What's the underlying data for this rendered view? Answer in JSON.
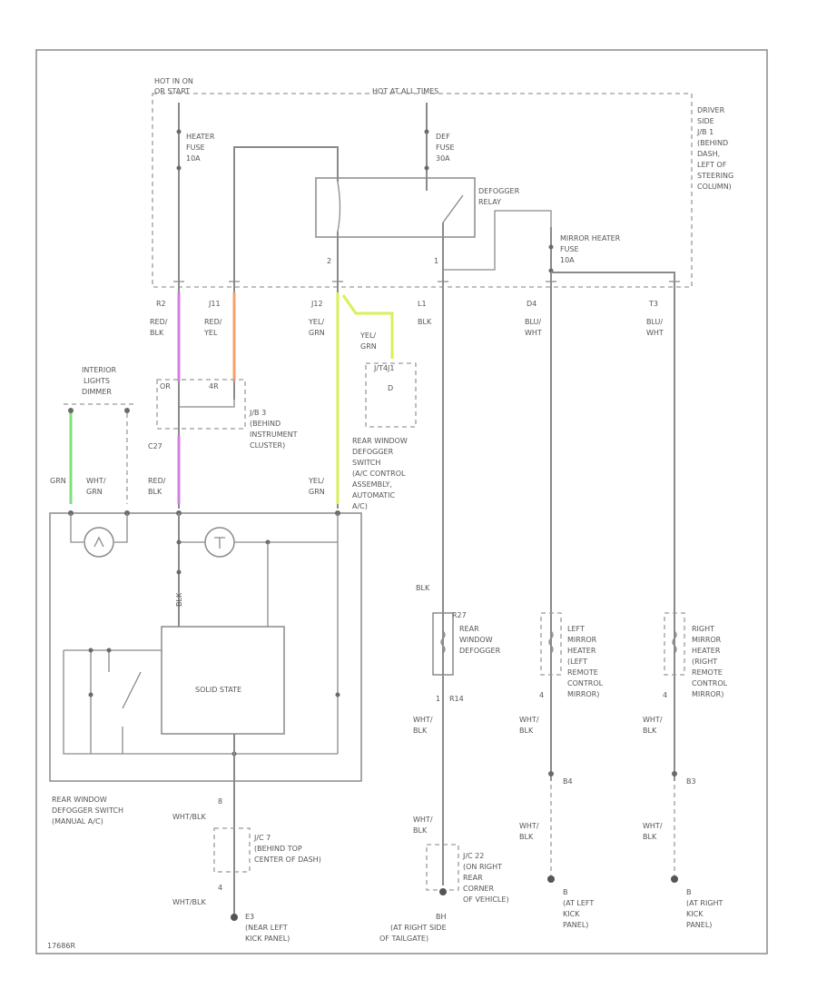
{
  "colors": {
    "wire": "#8a8a8a",
    "purple": "#d27fe0",
    "orange": "#f5a26a",
    "yellow_green": "#d8f05a",
    "green": "#7ee07e"
  },
  "labels": {
    "hot_on_off": "HOT IN ON",
    "hot_on_off2": "OR START",
    "hot_all_times": "HOT AT ALL TIMES",
    "jb1_1": "DRIVER",
    "jb1_2": "SIDE",
    "jb1_3": "J/B 1",
    "jb1_4": "(BEHIND",
    "jb1_5": "DASH,",
    "jb1_6": "LEFT OF",
    "jb1_7": "STEERING",
    "jb1_8": "COLUMN)",
    "heater_fuse_1": "HEATER",
    "heater_fuse_2": "FUSE",
    "heater_fuse_3": "10A",
    "def_fuse_1": "DEF",
    "def_fuse_2": "FUSE",
    "def_fuse_3": "30A",
    "defogger_relay_1": "DEFOGGER",
    "defogger_relay_2": "RELAY",
    "mirror_fuse_1": "MIRROR HEATER",
    "mirror_fuse_2": "FUSE",
    "mirror_fuse_3": "10A",
    "pin2": "2",
    "pin1": "1",
    "c_r2": "R2",
    "c_j11": "J11",
    "c_j12": "J12",
    "c_l1": "L1",
    "c_d4": "D4",
    "c_t3": "T3",
    "w1_1": "RED/",
    "w1_2": "BLK",
    "w2_1": "RED/",
    "w2_2": "YEL",
    "w3_1": "YEL/",
    "w3_2": "GRN",
    "w4_1": "BLK",
    "w5_1": "BLU/",
    "w5_2": "WHT",
    "w6_1": "BLU/",
    "w6_2": "WHT",
    "yg_1": "YEL/",
    "yg_2": "GRN",
    "j1_name": "J/T4J1",
    "j1_pin": "D",
    "il_1": "INTERIOR",
    "il_2": "LIGHTS",
    "il_3": "DIMMER",
    "jb3_c1": "OR",
    "jb3_c2": "4R",
    "jb3_1": "J/B 3",
    "jb3_2": "(BEHIND",
    "jb3_3": "INSTRUMENT",
    "jb3_4": "CLUSTER)",
    "c27": "C27",
    "grn": "GRN",
    "wg_1": "WHT/",
    "wg_2": "GRN",
    "rb_1": "RED/",
    "rb_2": "BLK",
    "yg2_1": "YEL/",
    "yg2_2": "GRN",
    "rwd_1": "REAR WINDOW",
    "rwd_2": "DEFOGGER",
    "rwd_3": "SWITCH",
    "rwd_4": "(A/C CONTROL",
    "rwd_5": "ASSEMBLY,",
    "rwd_6": "AUTOMATIC",
    "rwd_7": "A/C)",
    "solid_state": "SOLID STATE",
    "blk_mid": "BLK",
    "rwdef_c": "R27",
    "rwdef_1": "REAR",
    "rwdef_2": "WINDOW",
    "rwdef_3": "DEFOGGER",
    "lm_1": "LEFT",
    "lm_2": "MIRROR",
    "lm_3": "HEATER",
    "lm_4": "(LEFT",
    "lm_5": "REMOTE",
    "lm_6": "CONTROL",
    "lm_7": "MIRROR)",
    "rm_1": "RIGHT",
    "rm_2": "MIRROR",
    "rm_3": "HEATER",
    "rm_4": "(RIGHT",
    "rm_5": "REMOTE",
    "rm_6": "CONTROL",
    "rm_7": "MIRROR)",
    "pin1_r1a": "1",
    "pin1_r1b": "R14",
    "pin_lm": "4",
    "pin_rm": "4",
    "wb_1": "WHT/",
    "wb_2": "BLK",
    "wb2_1": "WHT/",
    "wb2_2": "BLK",
    "wb3_1": "WHT/",
    "wb3_2": "BLK",
    "b4": "B4",
    "b3": "B3",
    "wb4_1": "WHT/",
    "wb4_2": "BLK",
    "wb5_1": "WHT/",
    "wb5_2": "BLK",
    "wb6_1": "WHT/",
    "wb6_2": "BLK",
    "j22_1": "J/C 22",
    "j22_2": "(ON RIGHT",
    "j22_3": "REAR",
    "j22_4": "CORNER",
    "j22_5": "OF VEHICLE)",
    "g_b4_1": "B",
    "g_b4_2": "(AT LEFT",
    "g_b4_3": "KICK",
    "g_b4_4": "PANEL)",
    "g_b3_1": "B",
    "g_b3_2": "(AT RIGHT",
    "g_b3_3": "KICK",
    "g_b3_4": "PANEL)",
    "g_bh_1": "BH",
    "g_bh_2": "(AT RIGHT SIDE",
    "g_bh_3": "OF TAILGATE)",
    "rwdm_1": "REAR WINDOW",
    "rwdm_2": "DEFOGGER SWITCH",
    "rwdm_3": "(MANUAL A/C)",
    "pin_8": "8",
    "wb7_1": "WHT/BLK",
    "jc7_1": "J/C 7",
    "jc7_2": "(BEHIND TOP",
    "jc7_3": "CENTER OF DASH)",
    "pin_4b": "4",
    "wb8_1": "WHT/BLK",
    "e3_1": "E3",
    "e3_2": "(NEAR LEFT",
    "e3_3": "KICK PANEL)",
    "code": "17686R"
  }
}
